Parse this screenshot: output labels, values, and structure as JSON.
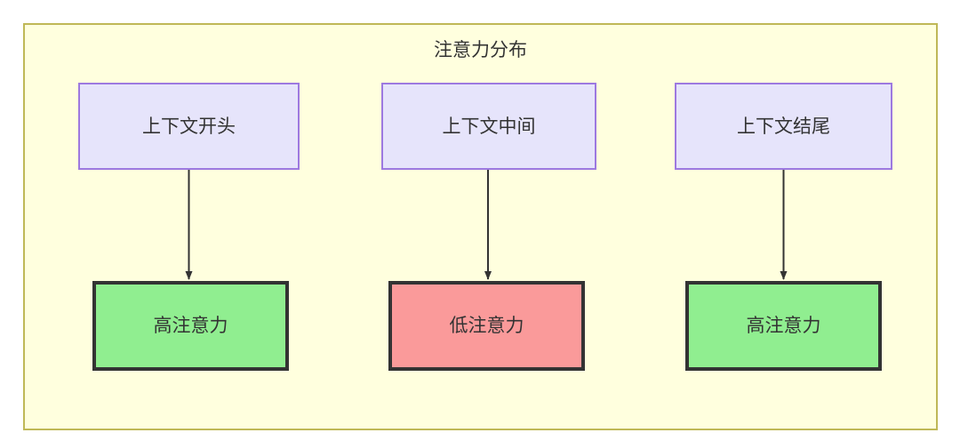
{
  "diagram": {
    "title": "注意力分布",
    "type": "flowchart",
    "direction": "top-to-bottom",
    "colors": {
      "container_fill": "#ffffde",
      "container_border": "#bfb857",
      "source_fill": "#e6e4fb",
      "source_border": "#9d79e0",
      "high_attention_fill": "#90ee90",
      "low_attention_fill": "#fa9a9a",
      "emphasis_border": "#333333",
      "edge": "#333333",
      "text": "#333333"
    },
    "nodes": [
      {
        "id": "ctx-start",
        "label": "上下文开头",
        "role": "source"
      },
      {
        "id": "ctx-middle",
        "label": "上下文中间",
        "role": "source"
      },
      {
        "id": "ctx-end",
        "label": "上下文结尾",
        "role": "source"
      },
      {
        "id": "attn-high-1",
        "label": "高注意力",
        "role": "high"
      },
      {
        "id": "attn-low",
        "label": "低注意力",
        "role": "low"
      },
      {
        "id": "attn-high-2",
        "label": "高注意力",
        "role": "high"
      }
    ],
    "edges": [
      {
        "from": "ctx-start",
        "to": "attn-high-1",
        "arrow": "down"
      },
      {
        "from": "ctx-middle",
        "to": "attn-low",
        "arrow": "down"
      },
      {
        "from": "ctx-end",
        "to": "attn-high-2",
        "arrow": "down"
      }
    ]
  }
}
